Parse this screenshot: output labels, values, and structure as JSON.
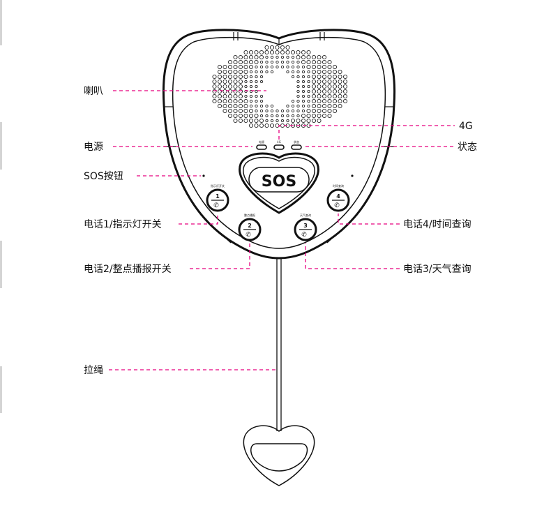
{
  "colors": {
    "callout": "#e8007f",
    "outline": "#111111"
  },
  "callouts": {
    "speaker": "喇叭",
    "power": "电源",
    "signal_4g": "4G",
    "status": "状态",
    "sos_button": "SOS按钮",
    "phone1": "电话1/指示灯开关",
    "phone2": "电话2/整点播报开关",
    "phone3": "电话3/天气查询",
    "phone4": "电话4/时间查询",
    "pull_cord": "拉绳"
  },
  "device": {
    "sos_label": "SOS",
    "led_labels": [
      "电源",
      "4G",
      "状态"
    ],
    "buttons": [
      {
        "number": "1",
        "caption": "指示灯开关"
      },
      {
        "number": "2",
        "caption": "整点播报"
      },
      {
        "number": "3",
        "caption": "天气查询"
      },
      {
        "number": "4",
        "caption": "时间查询"
      }
    ]
  }
}
